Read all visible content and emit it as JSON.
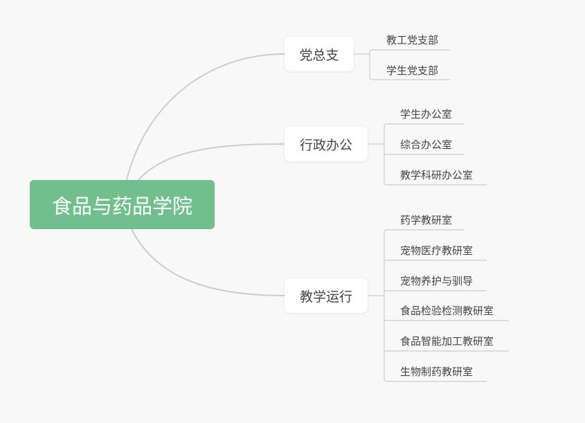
{
  "root": {
    "label": "食品与药品学院",
    "color": "#70bf8d"
  },
  "branches": [
    {
      "label": "党总支",
      "children": [
        "教工党支部",
        "学生党支部"
      ]
    },
    {
      "label": "行政办公",
      "children": [
        "学生办公室",
        "综合办公室",
        "教学科研办公室"
      ]
    },
    {
      "label": "教学运行",
      "children": [
        "药学教研室",
        "宠物医疗教研室",
        "宠物养护与驯导",
        "食品检验检测教研室",
        "食品智能加工教研室",
        "生物制药教研室"
      ]
    }
  ]
}
